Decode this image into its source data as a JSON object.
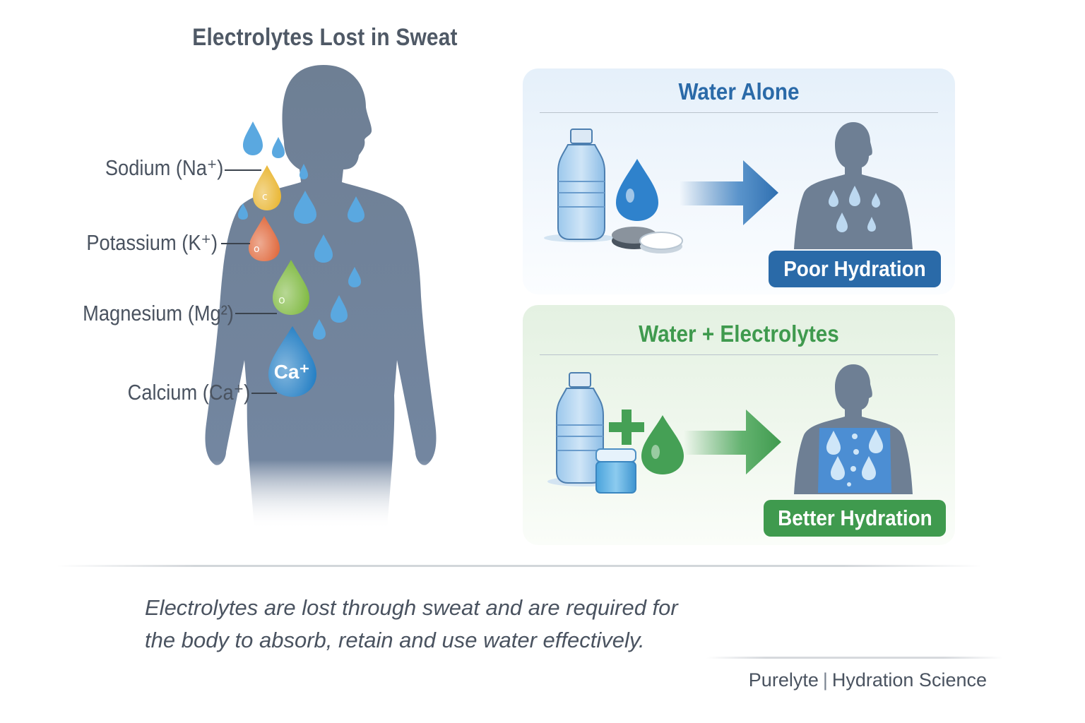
{
  "main_title": "Electrolytes Lost in Sweat",
  "electrolytes": [
    {
      "label": "Sodium (Na⁺)",
      "drop_color": "#e9b52f"
    },
    {
      "label": "Potassium (K⁺)",
      "drop_color": "#e0673a"
    },
    {
      "label": "Magnesium (Mg²)",
      "drop_color": "#7db83e"
    },
    {
      "label": "Calcium (Ca⁺)",
      "drop_color": "#1f7cc3",
      "drop_text": "Ca⁺"
    }
  ],
  "panels": {
    "water_alone": {
      "title": "Water Alone",
      "result": "Poor Hydration",
      "color": "#2a6aa8"
    },
    "water_electrolytes": {
      "title": "Water + Electrolytes",
      "result": "Better Hydration",
      "color": "#3f9a4e"
    }
  },
  "caption": "Electrolytes are lost through sweat and are required for the body to absorb, retain and use water effectively.",
  "footer": {
    "brand": "Purelyte",
    "separator": "|",
    "tagline": "Hydration Science"
  },
  "colors": {
    "silhouette": "#6e7f94",
    "water_drop": "#5aa8e0",
    "text": "#4a5360"
  }
}
